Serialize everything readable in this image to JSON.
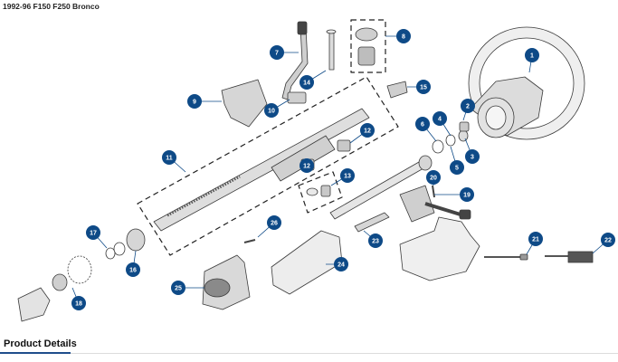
{
  "page": {
    "title": "1992-96 F150 F250 Bronco",
    "section_title": "Product Details"
  },
  "colors": {
    "callout": "#0e4a87",
    "outline": "#3a3a3a",
    "part_fill": "#e9e9e9",
    "part_shade": "#bdbdbd"
  },
  "callouts": [
    {
      "label": "1"
    },
    {
      "label": "2"
    },
    {
      "label": "3"
    },
    {
      "label": "4"
    },
    {
      "label": "5"
    },
    {
      "label": "6"
    },
    {
      "label": "7"
    },
    {
      "label": "8"
    },
    {
      "label": "9"
    },
    {
      "label": "10"
    },
    {
      "label": "11"
    },
    {
      "label": "12"
    },
    {
      "label": "12"
    },
    {
      "label": "13"
    },
    {
      "label": "14"
    },
    {
      "label": "15"
    },
    {
      "label": "16"
    },
    {
      "label": "17"
    },
    {
      "label": "18"
    },
    {
      "label": "19"
    },
    {
      "label": "20"
    },
    {
      "label": "21"
    },
    {
      "label": "22"
    },
    {
      "label": "23"
    },
    {
      "label": "24"
    },
    {
      "label": "25"
    },
    {
      "label": "26"
    }
  ]
}
